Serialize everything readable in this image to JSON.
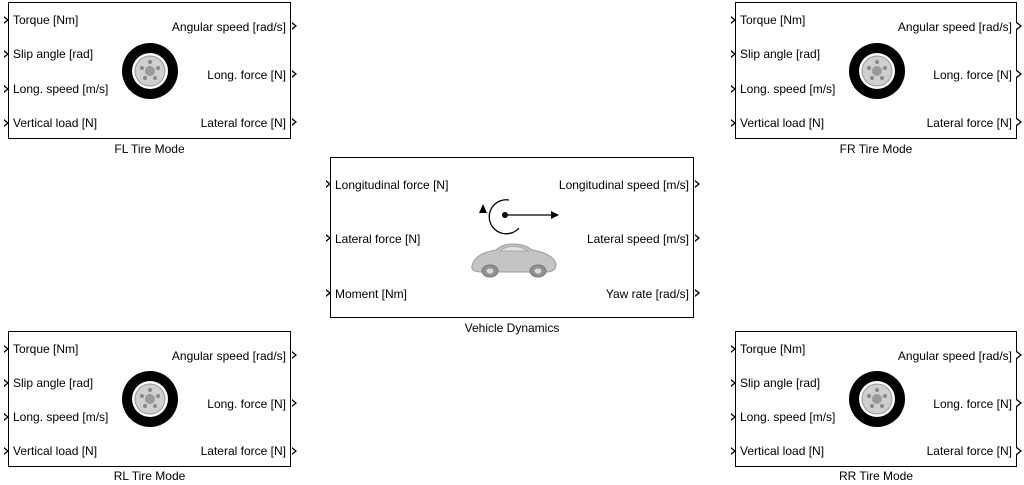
{
  "tire_blocks": [
    {
      "caption": "FL Tire Mode",
      "inputs": [
        "Torque [Nm]",
        "Slip angle [rad]",
        "Long. speed [m/s]",
        "Vertical load [N]"
      ],
      "outputs": [
        "Angular speed [rad/s]",
        "Long. force [N]",
        "Lateral force [N]"
      ]
    },
    {
      "caption": "FR Tire Mode",
      "inputs": [
        "Torque [Nm]",
        "Slip angle [rad]",
        "Long. speed [m/s]",
        "Vertical load [N]"
      ],
      "outputs": [
        "Angular speed [rad/s]",
        "Long. force [N]",
        "Lateral force [N]"
      ]
    },
    {
      "caption": "RL Tire Mode",
      "inputs": [
        "Torque [Nm]",
        "Slip angle [rad]",
        "Long. speed [m/s]",
        "Vertical load [N]"
      ],
      "outputs": [
        "Angular speed [rad/s]",
        "Long. force [N]",
        "Lateral force [N]"
      ]
    },
    {
      "caption": "RR Tire Mode",
      "inputs": [
        "Torque [Nm]",
        "Slip angle [rad]",
        "Long. speed [m/s]",
        "Vertical load [N]"
      ],
      "outputs": [
        "Angular speed [rad/s]",
        "Long. force [N]",
        "Lateral force [N]"
      ]
    }
  ],
  "vehicle_block": {
    "caption": "Vehicle Dynamics",
    "inputs": [
      "Longitudinal force [N]",
      "Lateral force [N]",
      "Moment [Nm]"
    ],
    "outputs": [
      "Longitudinal speed [m/s]",
      "Lateral speed [m/s]",
      "Yaw rate [rad/s]"
    ]
  },
  "icons": {
    "tire": "tire-icon",
    "vehicle": "car-icon",
    "rotation": "rotation-arrow-icon"
  }
}
